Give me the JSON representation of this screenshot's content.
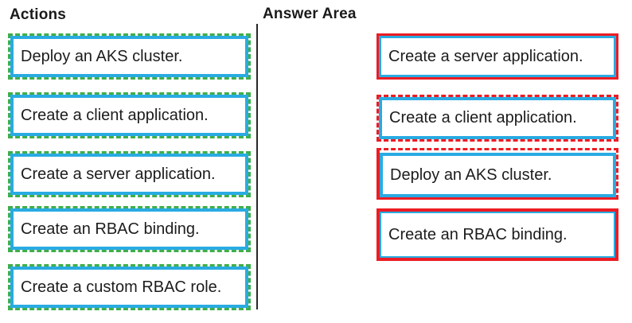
{
  "headers": {
    "actions": "Actions",
    "answer_area": "Answer Area"
  },
  "actions": {
    "items": [
      {
        "label": "Deploy an AKS cluster."
      },
      {
        "label": "Create a client application."
      },
      {
        "label": "Create a server application."
      },
      {
        "label": "Create an RBAC binding."
      },
      {
        "label": "Create a custom RBAC role."
      }
    ]
  },
  "answer_area": {
    "items": [
      {
        "label": "Create a server application."
      },
      {
        "label": "Create a client application."
      },
      {
        "label": "Deploy an AKS cluster."
      },
      {
        "label": "Create an RBAC binding."
      }
    ]
  },
  "colors": {
    "source_outline": "#3fae49",
    "tile_border": "#29abe2",
    "answer_outline": "#ed1c24",
    "text": "#1c1c1c",
    "divider": "#262626"
  }
}
